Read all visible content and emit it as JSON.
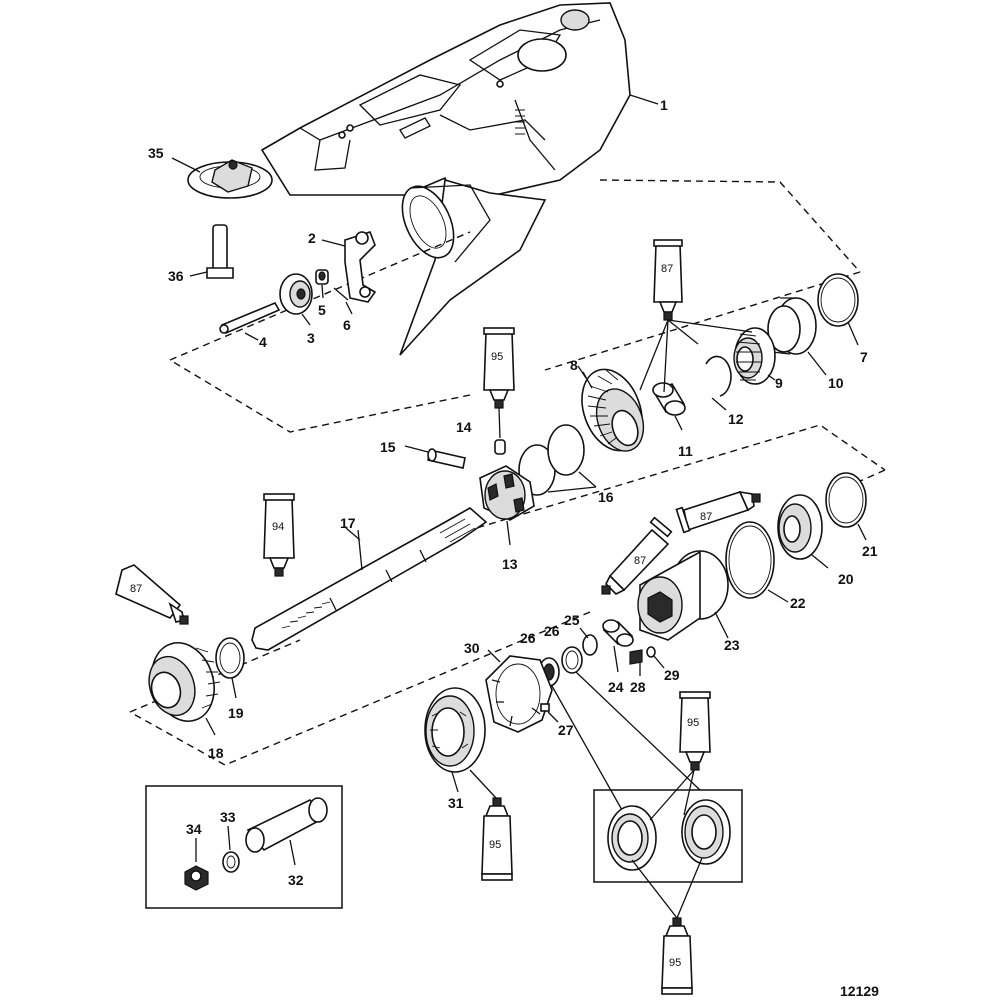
{
  "figure_number": "12129",
  "callouts": {
    "c1": "1",
    "c2": "2",
    "c3": "3",
    "c4": "4",
    "c5": "5",
    "c6": "6",
    "c7": "7",
    "c8": "8",
    "c9": "9",
    "c10": "10",
    "c11": "11",
    "c12": "12",
    "c13": "13",
    "c14": "14",
    "c15": "15",
    "c16": "16",
    "c17": "17",
    "c18": "18",
    "c19": "19",
    "c20": "20",
    "c21": "21",
    "c22": "22",
    "c23": "23",
    "c24": "24",
    "c25": "25",
    "c26a": "26",
    "c26b": "26",
    "c27": "27",
    "c28": "28",
    "c29": "29",
    "c30": "30",
    "c31": "31",
    "c32": "32",
    "c33": "33",
    "c34": "34",
    "c35": "35",
    "c36": "36"
  },
  "tubes": {
    "t87a": "87",
    "t87b": "87",
    "t87c": "87",
    "t87d": "87",
    "t95a": "95",
    "t95b": "95",
    "t95c": "95",
    "t95d": "95",
    "t94": "94"
  }
}
